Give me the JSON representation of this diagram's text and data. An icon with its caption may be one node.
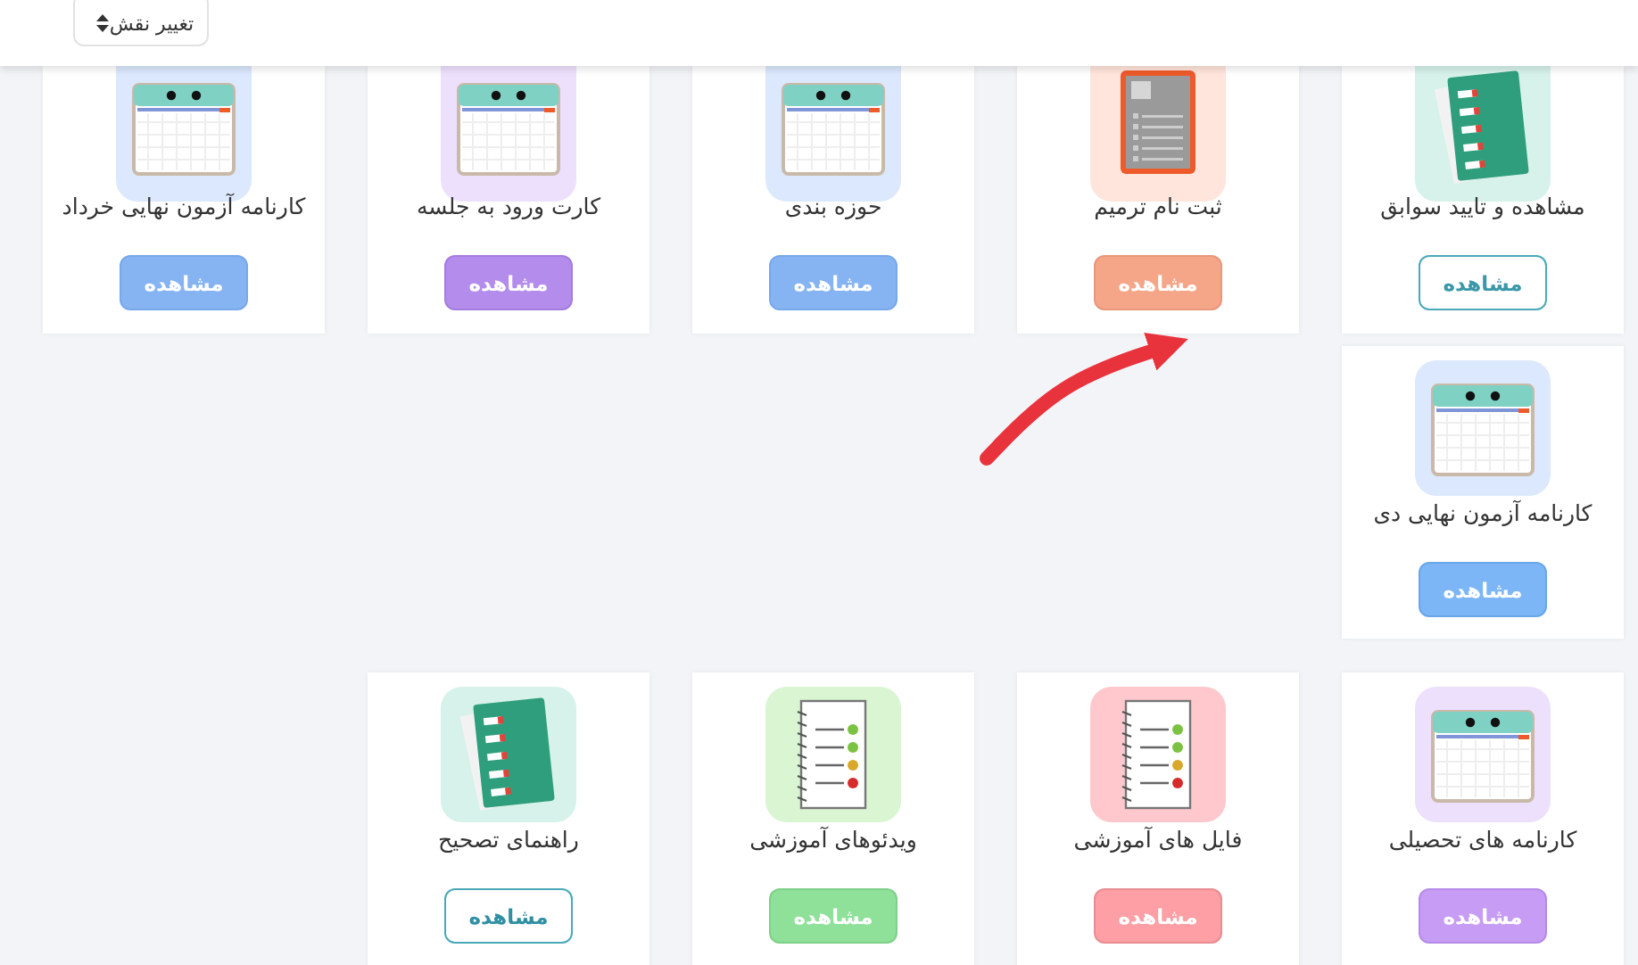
{
  "diagram": {
    "nodes": [
      {
        "text": [
          "مشاهده و تایید سوابق",
          "مشاهده"
        ]
      },
      {
        "text": [
          "ثبت نام ترمیم",
          "مشاهده"
        ]
      },
      {
        "text": [
          "حوزه بندی",
          "مشاهده"
        ]
      },
      {
        "text": [
          "کارت ورود به جلسه",
          "مشاهده"
        ]
      },
      {
        "text": [
          "کارنامه آزمون نهایی خرداد",
          "مشاهده"
        ]
      },
      {
        "text": [
          "کارنامه آزمون نهایی دی",
          "مشاهده"
        ]
      },
      {
        "text": [
          "کارنامه های تحصیلی",
          "مشاهده"
        ]
      },
      {
        "text": [
          "فایل های آموزشی",
          "مشاهده"
        ]
      },
      {
        "text": [
          "ویدئوهای آموزشی",
          "مشاهده"
        ]
      },
      {
        "text": [
          "راهنمای تصحیح",
          "مشاهده"
        ]
      }
    ],
    "edges": [
      {
        "from": null,
        "to": 1,
        "arrow": "to",
        "color": "#e8323c"
      }
    ],
    "labels": [
      "تغییر نقش"
    ]
  }
}
